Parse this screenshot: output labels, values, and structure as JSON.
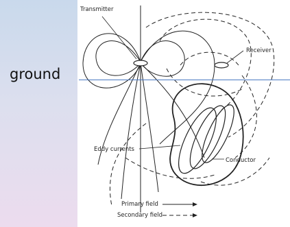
{
  "slide": {
    "side_label": "ground"
  },
  "figure": {
    "labels": {
      "transmitter": "Transmitter",
      "receiver": "Receiver",
      "eddy_currents": "Eddy currents",
      "conductor": "Conductor",
      "primary_field": "Primary field",
      "secondary_field": "Secondary field"
    }
  },
  "colors": {
    "ground_line": "#4a78c2",
    "ink": "#222222"
  }
}
